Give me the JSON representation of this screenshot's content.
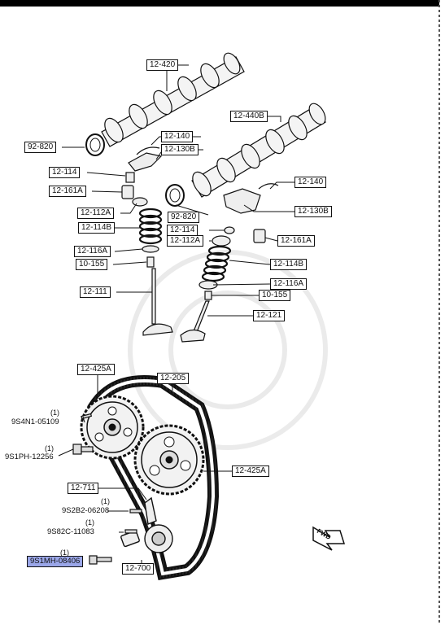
{
  "labels": {
    "cam_in": "12-420",
    "cam_ex": "12-440B",
    "seal_l": "92-820",
    "seal_r": "92-820",
    "rocker_l1": "12-140",
    "rocker_l2": "12-130B",
    "adjuster_l": "12-114",
    "lash_l": "12-161A",
    "seat_l": "12-112A",
    "spring_l": "12-114B",
    "retainer_l": "12-116A",
    "guide_l": "10-155",
    "valve_in": "12-111",
    "rocker_r1": "12-140",
    "rocker_r2": "12-130B",
    "adjuster_r": "12-114",
    "seat_r": "12-112A",
    "lash_r": "12-161A",
    "spring_r": "12-114B",
    "retainer_r": "12-116A",
    "guide_r": "10-155",
    "valve_ex": "12-121",
    "pulley_l": "12-425A",
    "belt": "12-205",
    "pulley_r": "12-425A",
    "idler_bracket": "12-711",
    "tensioner": "12-700"
  },
  "fasteners": {
    "pin_qty": "(1)",
    "pin": "9S4N1-05109",
    "bolt1_qty": "(1)",
    "bolt1": "9S1PH-12256",
    "bolt2_qty": "(1)",
    "bolt2": "9S2B2-06208",
    "bolt3_qty": "(1)",
    "bolt3": "9S82C-11083",
    "bolt4_qty": "(1)",
    "bolt4": "9S1MH-08406"
  },
  "fwd_label": "FWD",
  "colors": {
    "highlight": "#9aa6e8",
    "ink": "#111111"
  }
}
